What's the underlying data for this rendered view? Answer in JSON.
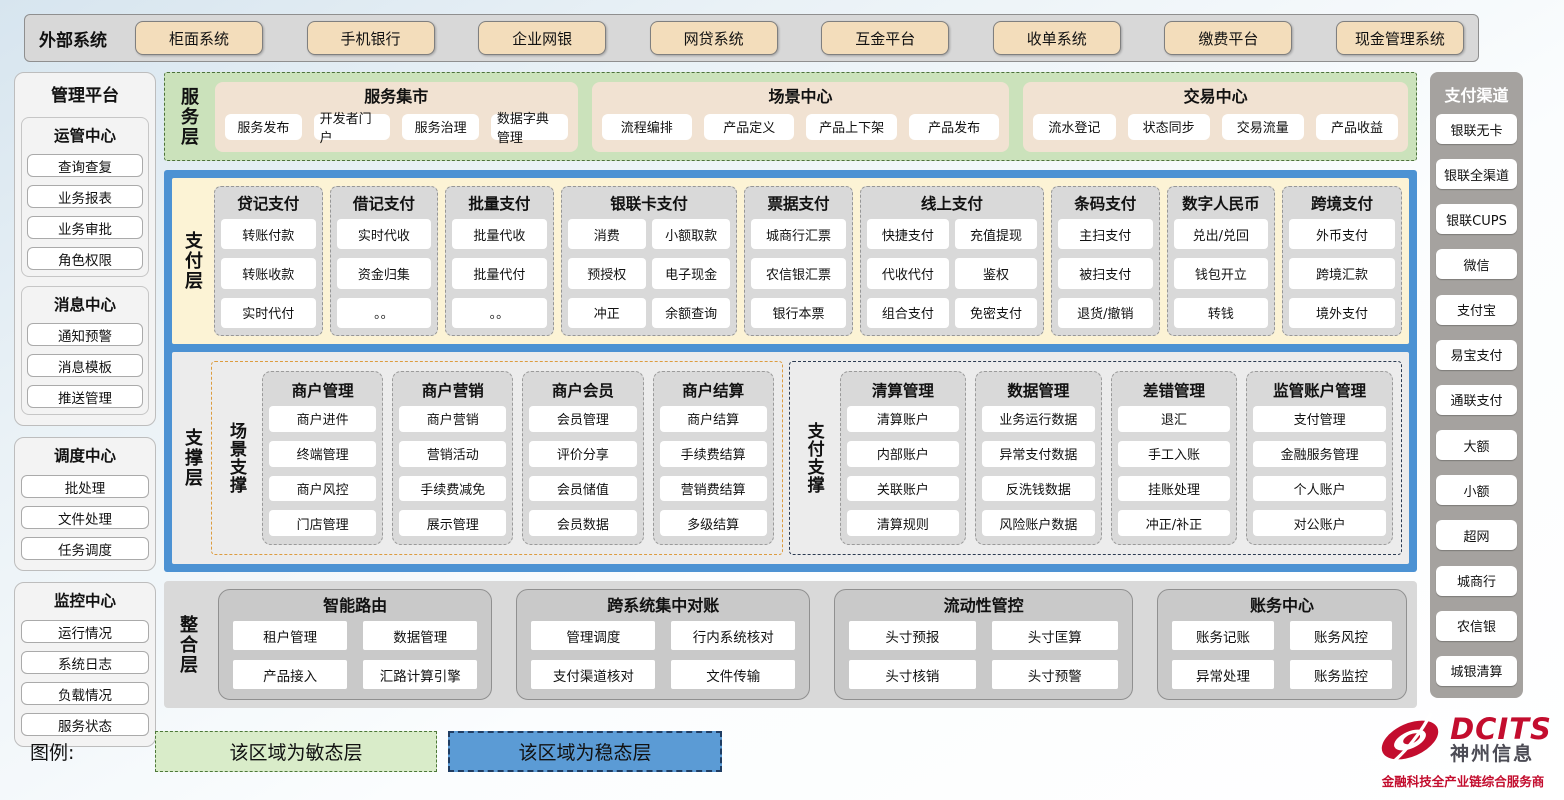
{
  "external": {
    "label": "外部系统",
    "systems": [
      "柜面系统",
      "手机银行",
      "企业网银",
      "网贷系统",
      "互金平台",
      "收单系统",
      "缴费平台",
      "现金管理系统"
    ]
  },
  "management": {
    "title": "管理平台",
    "groups": [
      {
        "title": "运管中心",
        "items": [
          "查询查复",
          "业务报表",
          "业务审批",
          "角色权限"
        ]
      },
      {
        "title": "消息中心",
        "items": [
          "通知预警",
          "消息模板",
          "推送管理"
        ]
      },
      {
        "title": "调度中心",
        "items": [
          "批处理",
          "文件处理",
          "任务调度"
        ]
      },
      {
        "title": "监控中心",
        "items": [
          "运行情况",
          "系统日志",
          "负载情况",
          "服务状态"
        ]
      }
    ]
  },
  "service_layer": {
    "label": "服务层",
    "groups": [
      {
        "title": "服务集市",
        "items": [
          "服务发布",
          "开发者门户",
          "服务治理",
          "数据字典管理"
        ]
      },
      {
        "title": "场景中心",
        "items": [
          "流程编排",
          "产品定义",
          "产品上下架",
          "产品发布"
        ]
      },
      {
        "title": "交易中心",
        "items": [
          "流水登记",
          "状态同步",
          "交易流量",
          "产品收益"
        ]
      }
    ]
  },
  "payment_layer": {
    "label": "支付层",
    "groups": [
      {
        "title": "贷记支付",
        "items": [
          "转账付款",
          "转账收款",
          "实时代付"
        ]
      },
      {
        "title": "借记支付",
        "items": [
          "实时代收",
          "资金归集",
          "。。"
        ]
      },
      {
        "title": "批量支付",
        "items": [
          "批量代收",
          "批量代付",
          "。。"
        ]
      },
      {
        "title": "银联卡支付",
        "items": [
          "消费",
          "小额取款",
          "预授权",
          "电子现金",
          "冲正",
          "余额查询"
        ]
      },
      {
        "title": "票据支付",
        "items": [
          "城商行汇票",
          "农信银汇票",
          "银行本票"
        ]
      },
      {
        "title": "线上支付",
        "items": [
          "快捷支付",
          "充值提现",
          "代收代付",
          "鉴权",
          "组合支付",
          "免密支付"
        ]
      },
      {
        "title": "条码支付",
        "items": [
          "主扫支付",
          "被扫支付",
          "退货/撤销"
        ]
      },
      {
        "title": "数字人民币",
        "items": [
          "兑出/兑回",
          "钱包开立",
          "转钱"
        ]
      },
      {
        "title": "跨境支付",
        "items": [
          "外币支付",
          "跨境汇款",
          "境外支付"
        ]
      }
    ]
  },
  "support_layer": {
    "label": "支撑层",
    "scene": {
      "label": "场景支撑",
      "groups": [
        {
          "title": "商户管理",
          "items": [
            "商户进件",
            "终端管理",
            "商户风控",
            "门店管理"
          ]
        },
        {
          "title": "商户营销",
          "items": [
            "商户营销",
            "营销活动",
            "手续费减免",
            "展示管理"
          ]
        },
        {
          "title": "商户会员",
          "items": [
            "会员管理",
            "评价分享",
            "会员储值",
            "会员数据"
          ]
        },
        {
          "title": "商户结算",
          "items": [
            "商户结算",
            "手续费结算",
            "营销费结算",
            "多级结算"
          ]
        }
      ]
    },
    "payment": {
      "label": "支付支撑",
      "groups": [
        {
          "title": "清算管理",
          "items": [
            "清算账户",
            "内部账户",
            "关联账户",
            "清算规则"
          ]
        },
        {
          "title": "数据管理",
          "items": [
            "业务运行数据",
            "异常支付数据",
            "反洗钱数据",
            "风险账户数据"
          ]
        },
        {
          "title": "差错管理",
          "items": [
            "退汇",
            "手工入账",
            "挂账处理",
            "冲正/补正"
          ]
        },
        {
          "title": "监管账户管理",
          "items": [
            "支付管理",
            "金融服务管理",
            "个人账户",
            "对公账户"
          ]
        }
      ]
    }
  },
  "integration_layer": {
    "label": "整合层",
    "groups": [
      {
        "title": "智能路由",
        "items": [
          "租户管理",
          "数据管理",
          "产品接入",
          "汇路计算引擎"
        ]
      },
      {
        "title": "跨系统集中对账",
        "items": [
          "管理调度",
          "行内系统核对",
          "支付渠道核对",
          "文件传输"
        ]
      },
      {
        "title": "流动性管控",
        "items": [
          "头寸预报",
          "头寸匡算",
          "头寸核销",
          "头寸预警"
        ]
      },
      {
        "title": "账务中心",
        "items": [
          "账务记账",
          "账务风控",
          "异常处理",
          "账务监控"
        ]
      }
    ]
  },
  "channels": {
    "title": "支付渠道",
    "items": [
      "银联无卡",
      "银联全渠道",
      "银联CUPS",
      "微信",
      "支付宝",
      "易宝支付",
      "通联支付",
      "大额",
      "小额",
      "超网",
      "城商行",
      "农信银",
      "城银清算"
    ]
  },
  "legend": {
    "label": "图例:",
    "agile": "该区域为敏态层",
    "stable": "该区域为稳态层"
  },
  "branding": {
    "name_en": "DCITS",
    "name_cn": "神州信息",
    "slogan": "金融科技全产业链综合服务商"
  },
  "colors": {
    "agile_green": "#cbe2bb",
    "stable_blue": "#4c92d3",
    "payment_cream": "#fcf3d5",
    "panel_gray": "#d9d9d9",
    "tan": "#f3ddbb",
    "brand_red": "#c30d2e",
    "scene_border_orange": "#dd9c3f",
    "paysup_border_navy": "#2b3b52"
  }
}
